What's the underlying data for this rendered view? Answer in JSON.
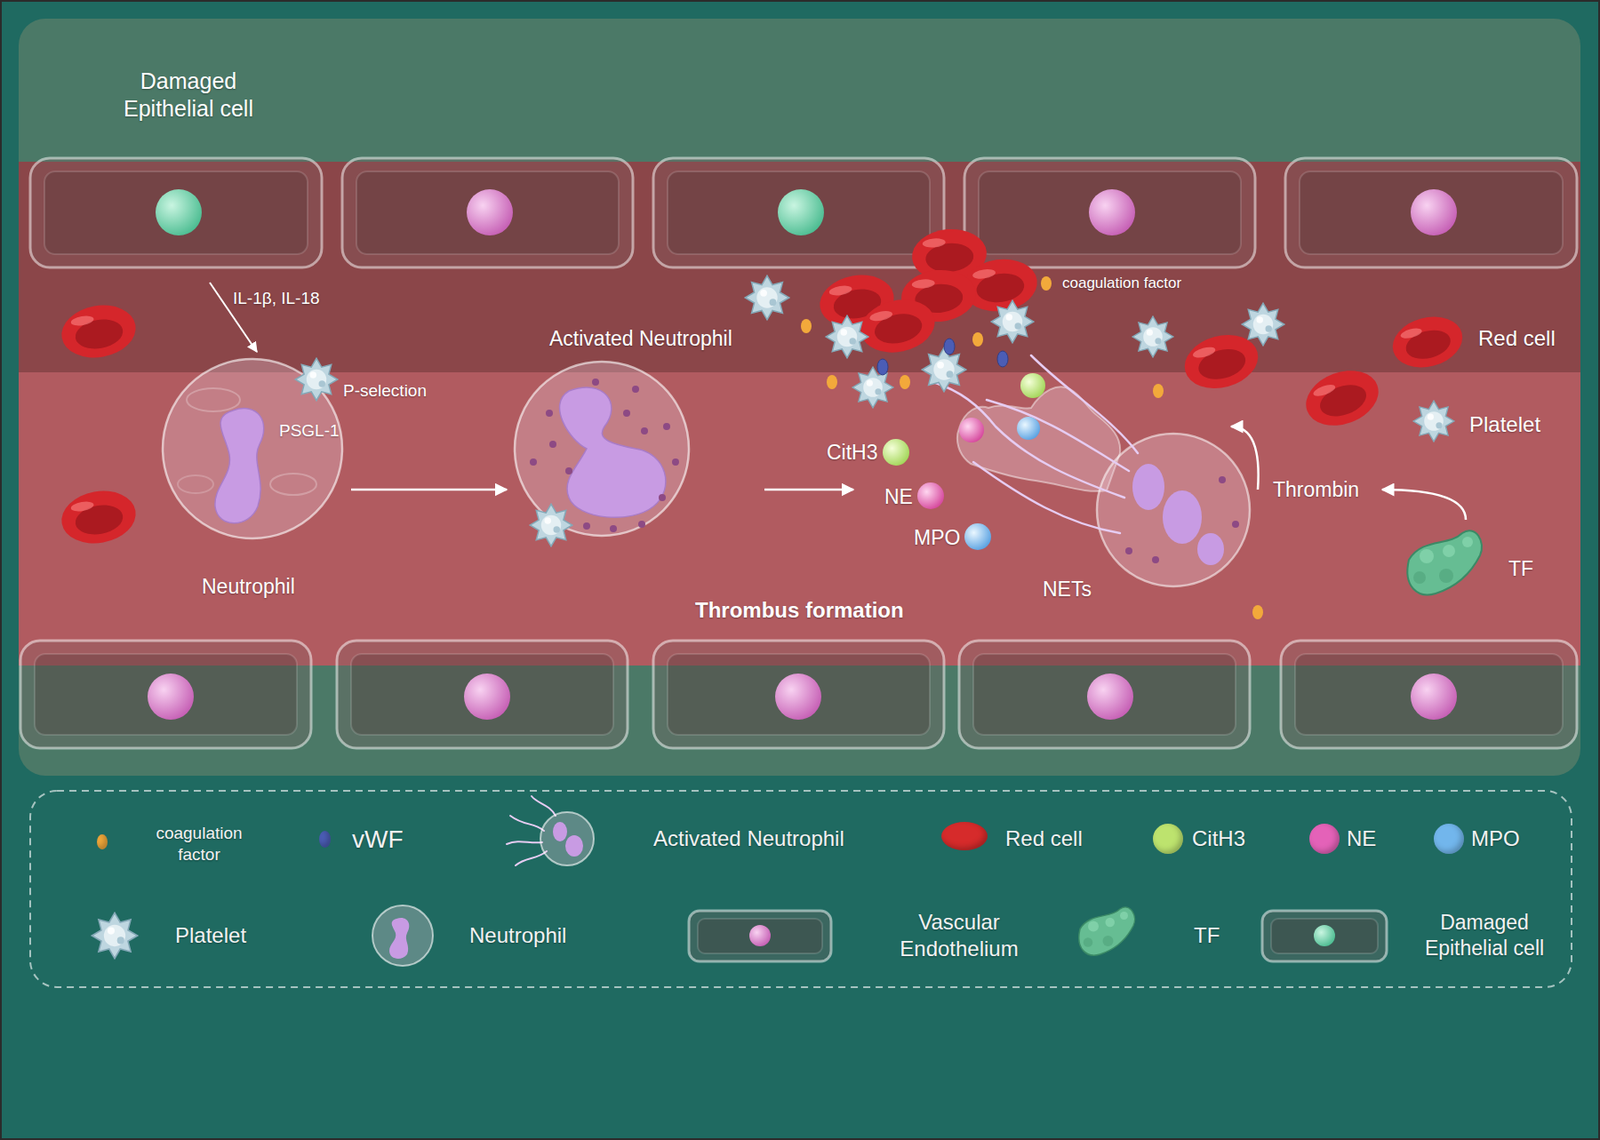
{
  "diagram": {
    "nodes": [
      {
        "text": [
          "Neutrophil"
        ]
      },
      {
        "text": [
          "Activated Neutrophil"
        ]
      },
      {
        "text": [
          "NETs"
        ]
      },
      {
        "text": [
          "TF"
        ]
      },
      {
        "text": [
          "Thrombin"
        ]
      }
    ],
    "edges": [
      {
        "from": 0,
        "to": 1,
        "arrow": "to"
      },
      {
        "from": 1,
        "to": 2,
        "arrow": "to"
      },
      {
        "from": 3,
        "to": 4,
        "arrow": "to"
      },
      {
        "from": 4,
        "to": 2,
        "arrow": "to"
      }
    ],
    "labels": [
      "Damaged Epithelial cell",
      "IL-1β, IL-18",
      "P-selection",
      "PSGL-1",
      "Thrombus formation",
      "CitH3",
      "NE",
      "MPO",
      "coagulation factor",
      "Red cell",
      "Platelet"
    ],
    "legend": [
      {
        "text": "coagulation factor",
        "color": "#f2a93b"
      },
      {
        "text": "vWF",
        "color": "#4b5db5"
      },
      {
        "text": "Activated Neutrophil"
      },
      {
        "text": "Red cell",
        "color": "#d62b2b"
      },
      {
        "text": "CitH3",
        "color": "#bde36e"
      },
      {
        "text": "NE",
        "color": "#e462b8"
      },
      {
        "text": "MPO",
        "color": "#72b6ec"
      },
      {
        "text": "Platelet"
      },
      {
        "text": "Neutrophil"
      },
      {
        "text": "Vascular Endothelium"
      },
      {
        "text": "TF"
      },
      {
        "text": "Damaged Epithelial cell"
      }
    ]
  }
}
